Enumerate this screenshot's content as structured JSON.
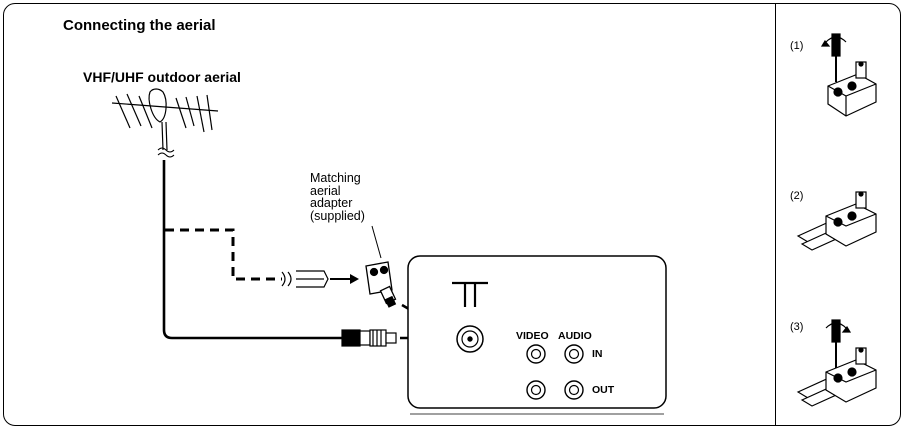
{
  "title": "Connecting the aerial",
  "aerial_label": "VHF/UHF outdoor aerial",
  "adapter_label": [
    "Matching",
    "aerial",
    "adapter",
    "(supplied)"
  ],
  "panel": {
    "video_label": "VIDEO",
    "audio_label": "AUDIO",
    "in_label": "IN",
    "out_label": "OUT"
  },
  "steps": [
    "(1)",
    "(2)",
    "(3)"
  ]
}
